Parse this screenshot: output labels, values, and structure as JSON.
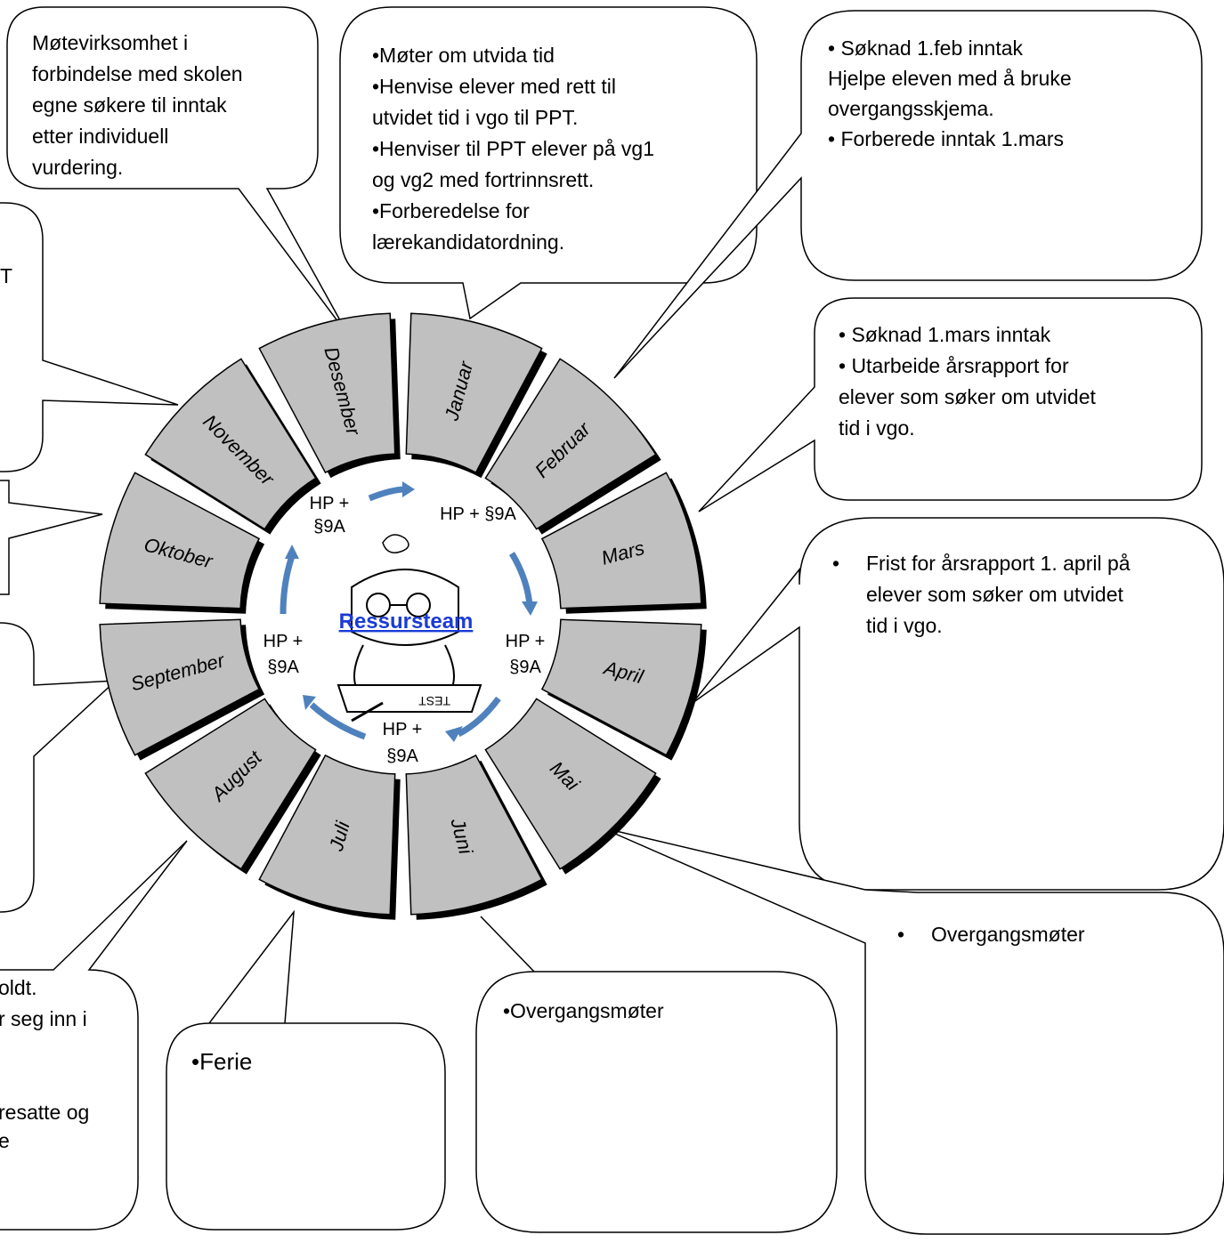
{
  "center": {
    "title": "Ressursteam",
    "cycle_labels": [
      "HP +",
      "§9A",
      "HP + §9A",
      "HP +",
      "§9A",
      "HP +",
      "§9A",
      "HP +",
      "§9A"
    ]
  },
  "months": [
    "Januar",
    "Februar",
    "Mars",
    "April",
    "Mai",
    "Juni",
    "Juli",
    "August",
    "September",
    "Oktober",
    "November",
    "Desember"
  ],
  "callouts": {
    "desember": [
      "Møtevirksomhet i",
      "forbindelse med skolen",
      "egne søkere til inntak",
      "etter individuell",
      "vurdering."
    ],
    "januar": [
      "•Møter om utvida tid",
      "•Henvise elever med rett til",
      "utvidet tid i vgo til PPT.",
      "•Henviser til PPT elever på vg1",
      "og vg2 med fortrinnsrett.",
      "•Forberedelse for",
      "lærekandidatordning."
    ],
    "februar": [
      "•   Søknad 1.feb inntak",
      "Hjelpe eleven med å bruke",
      "overgangsskjema.",
      "•    Forberede inntak 1.mars"
    ],
    "mars": [
      "• Søknad 1.mars inntak",
      "• Utarbeide årsrapport for",
      "elever som søker om utvidet",
      "tid i vgo."
    ],
    "april": [
      "Frist for årsrapport 1. april på",
      "elever som søker om utvidet",
      "tid i vgo."
    ],
    "april_bullet": "•",
    "mai": "Overgangsmøter",
    "mai_bullet": "•",
    "juni": "•Overgangsmøter",
    "juli": "•Ferie",
    "august": [
      "oldt.",
      "r seg inn i",
      "",
      "",
      "resatte og",
      "e"
    ],
    "november_partial": "T"
  },
  "colors": {
    "segment_fill": "#c0c0c0",
    "segment_shadow": "#000000",
    "arrow": "#4f81bd",
    "link": "#1a3bd6"
  }
}
